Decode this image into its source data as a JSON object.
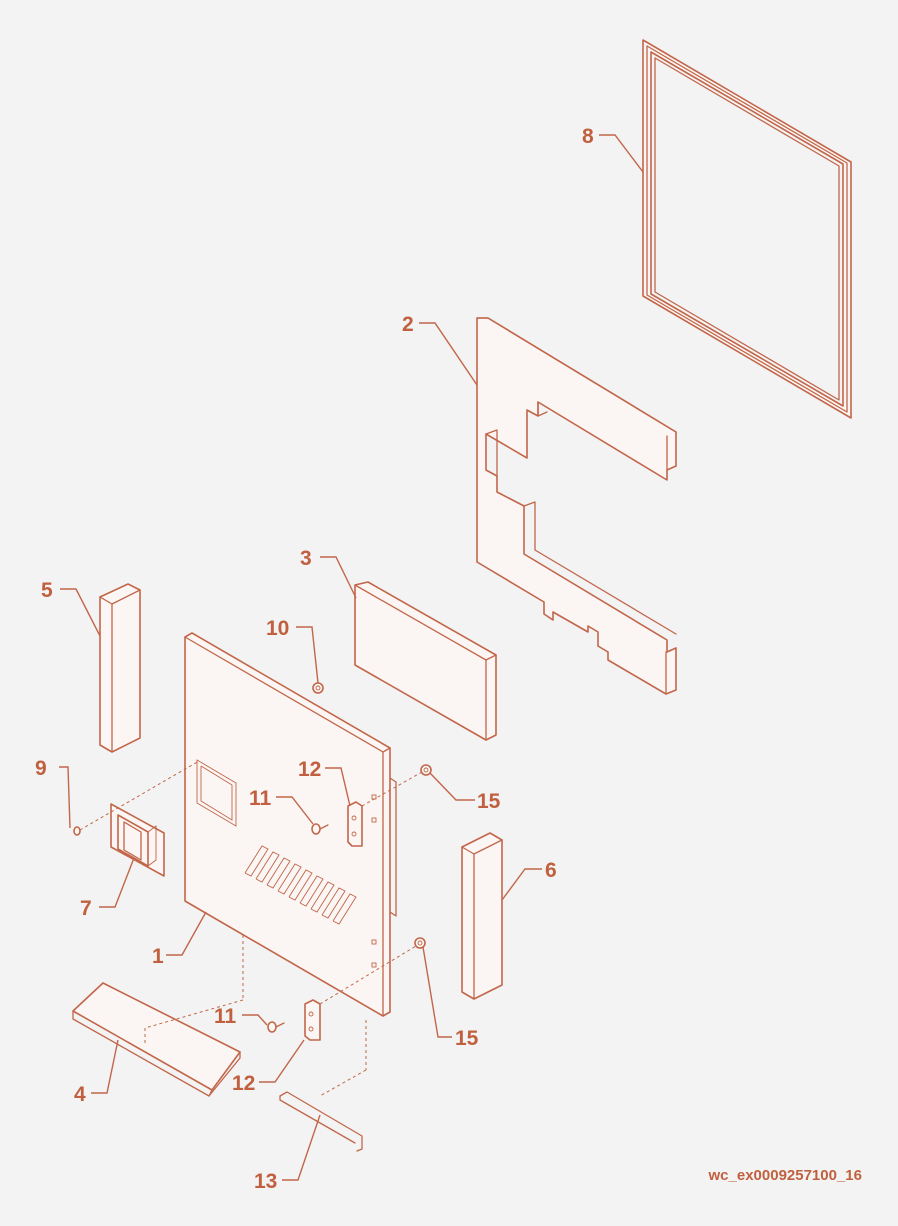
{
  "callouts": {
    "c1": "1",
    "c2": "2",
    "c3": "3",
    "c4": "4",
    "c5": "5",
    "c6": "6",
    "c7": "7",
    "c8": "8",
    "c9": "9",
    "c10": "10",
    "c11a": "11",
    "c11b": "11",
    "c12a": "12",
    "c12b": "12",
    "c13": "13",
    "c15a": "15",
    "c15b": "15"
  },
  "drawing_code": "wc_ex0009257100_16",
  "colors": {
    "line": "#c2664a",
    "label": "#c0603f",
    "background": "#f3f3f3"
  }
}
